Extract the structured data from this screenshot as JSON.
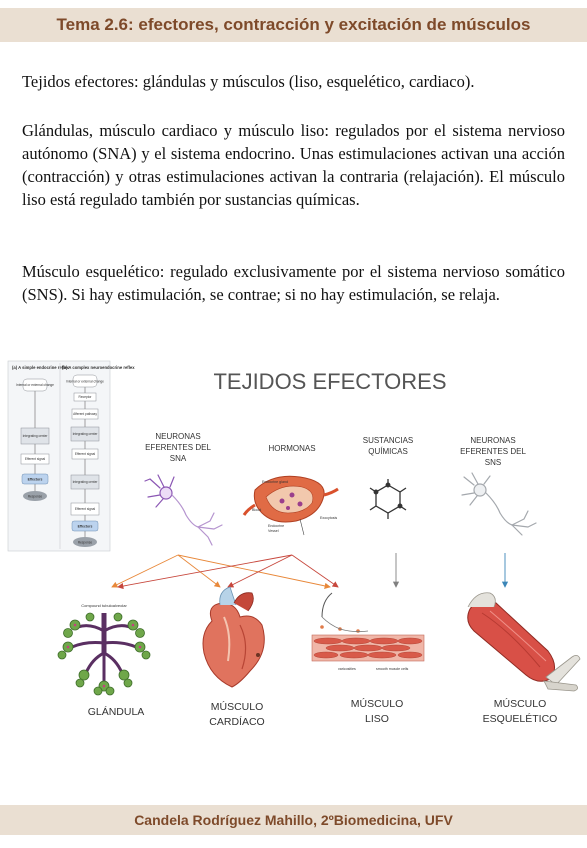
{
  "header": {
    "title": "Tema 2.6: efectores, contracción y excitación de músculos"
  },
  "paragraphs": {
    "p1": "Tejidos efectores: glándulas y músculos (liso, esquelético, cardiaco).",
    "p2": "Glándulas, músculo cardiaco y músculo liso: regulados por el sistema nervioso autónomo (SNA) y el sistema endocrino. Unas estimulaciones activan una acción (contracción) y otras estimulaciones activan la contraria (relajación). El músculo liso está regulado también por sustancias químicas.",
    "p3": "Músculo esquelético: regulado exclusivamente por el sistema nervioso somático (SNS). Si hay estimulación, se contrae; si no hay estimulación, se relaja."
  },
  "figure": {
    "title": "TEJIDOS EFECTORES",
    "flow_a_title": "(a) A simple endocrine reflex",
    "flow_b_title": "(b) A complex neuroendocrine reflex",
    "flow_steps": [
      "Internal or external change",
      "Receptor",
      "Afferent pathway",
      "Integrating center",
      "Efferent signal",
      "Effectors",
      "Response"
    ],
    "sources": [
      {
        "line1": "NEURONAS",
        "line2": "EFERENTES DEL",
        "line3": "SNA"
      },
      {
        "line1": "HORMONAS",
        "line2": "",
        "line3": ""
      },
      {
        "line1": "SUSTANCIAS",
        "line2": "QUÍMICAS",
        "line3": ""
      },
      {
        "line1": "NEURONAS",
        "line2": "EFERENTES DEL",
        "line3": "SNS"
      }
    ],
    "hormone_labels": [
      "Endocrine gland",
      "Blood",
      "Exocytosis",
      "Endocrine",
      "Vessel"
    ],
    "gland_caption": "Compound tubuloalveolar",
    "smooth_captions": [
      "varicosities",
      "smooth muscle cells"
    ],
    "targets": [
      {
        "line1": "GLÁNDULA",
        "line2": ""
      },
      {
        "line1": "MÚSCULO",
        "line2": "CARDÍACO"
      },
      {
        "line1": "MÚSCULO",
        "line2": "LISO"
      },
      {
        "line1": "MÚSCULO",
        "line2": "ESQUELÉTICO"
      }
    ],
    "colors": {
      "nerve": "#8b57b4",
      "blood_vessel": "#d9512c",
      "arrow_orange": "#e8883a",
      "arrow_red": "#c7473c",
      "arrow_grey": "#808080",
      "arrow_blue": "#3b86b8"
    }
  },
  "footer": {
    "author": "Candela Rodríguez Mahillo, 2ºBiomedicina, UFV"
  }
}
